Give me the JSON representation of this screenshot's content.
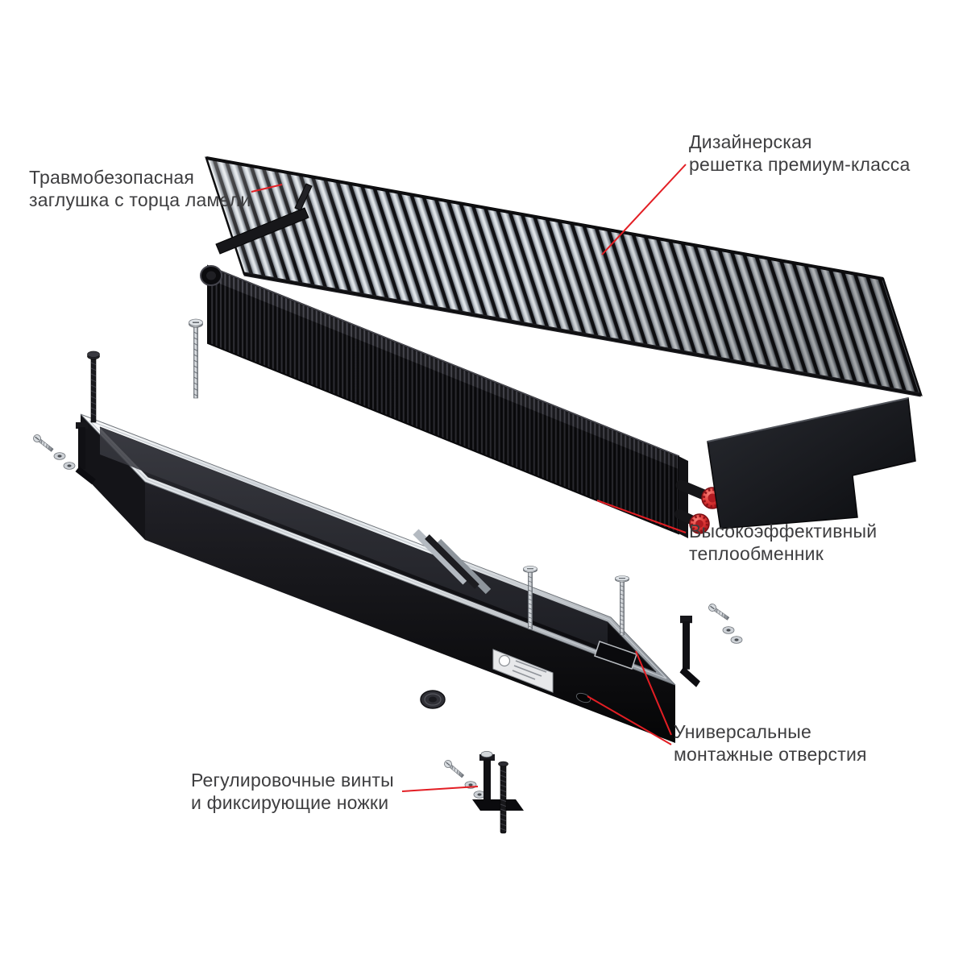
{
  "figure": {
    "background": "#ffffff",
    "accent_color": "#e31e24",
    "text_color": "#3e3e40",
    "subject": "exploded view of in-floor convector"
  },
  "annotations": {
    "end_cap": "Травмобезопасная\nзаглушка с торца ламели",
    "grille": "Дизайнерская\nрешетка премиум-класса",
    "heat_exchanger": "Высокоэффективный\nтеплообменник",
    "mounting_holes": "Универсальные\nмонтажные отверстия",
    "feet": "Регулировочные винты\nи фиксирующие ножки"
  }
}
